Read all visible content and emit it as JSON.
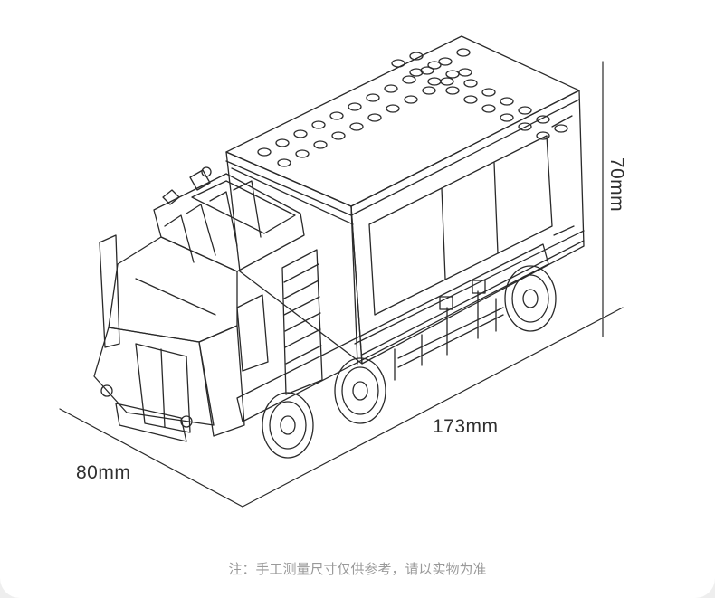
{
  "dimensions": {
    "length": "173mm",
    "width": "80mm",
    "height": "70mm"
  },
  "note": "注：手工测量尺寸仅供参考，请以实物为准",
  "colors": {
    "background": "#eeeeee",
    "panel": "#ffffff",
    "line": "#2a2a2a",
    "note_text": "#9a9a9a"
  }
}
